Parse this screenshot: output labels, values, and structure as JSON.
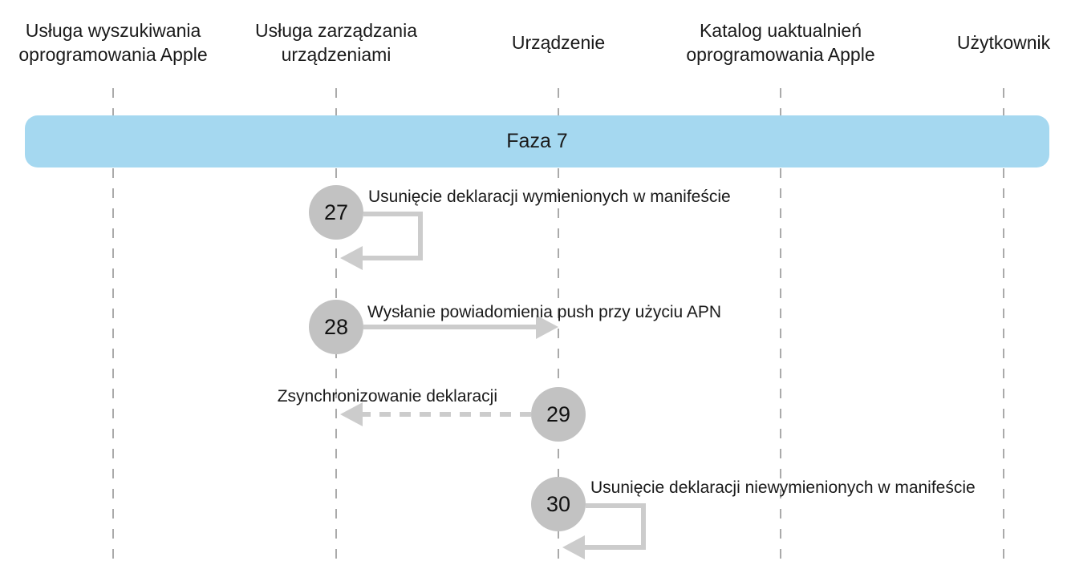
{
  "diagram": {
    "type": "sequence-diagram",
    "language": "pl",
    "actors": [
      {
        "label": "Usługa wyszukiwania oprogramowania Apple"
      },
      {
        "label": "Usługa zarządzania urządzeniami"
      },
      {
        "label": "Urządzenie"
      },
      {
        "label": "Katalog uaktualnień oprogramowania Apple"
      },
      {
        "label": "Użytkownik"
      }
    ],
    "phase": {
      "label": "Faza 7"
    },
    "steps": [
      {
        "number": "27",
        "label": "Usunięcie deklaracji wymienionych w manifeście",
        "arrow": "self-loop",
        "actor": "Usługa zarządzania urządzeniami"
      },
      {
        "number": "28",
        "label": "Wysłanie powiadomienia push przy użyciu APN",
        "arrow": "solid-right",
        "from": "Usługa zarządzania urządzeniami",
        "to": "Urządzenie"
      },
      {
        "number": "29",
        "label": "Zsynchronizowanie deklaracji",
        "arrow": "dashed-left",
        "from": "Urządzenie",
        "to": "Usługa zarządzania urządzeniami"
      },
      {
        "number": "30",
        "label": "Usunięcie deklaracji niewymienionych w manifeście",
        "arrow": "self-loop",
        "actor": "Urządzenie"
      }
    ],
    "colors": {
      "phase_fill": "#A5D8F0",
      "circle_fill": "#C2C2C2",
      "arrow": "#CCCCCC",
      "lifeline": "#AAAAAA",
      "ink": "#1A1A1A"
    }
  }
}
